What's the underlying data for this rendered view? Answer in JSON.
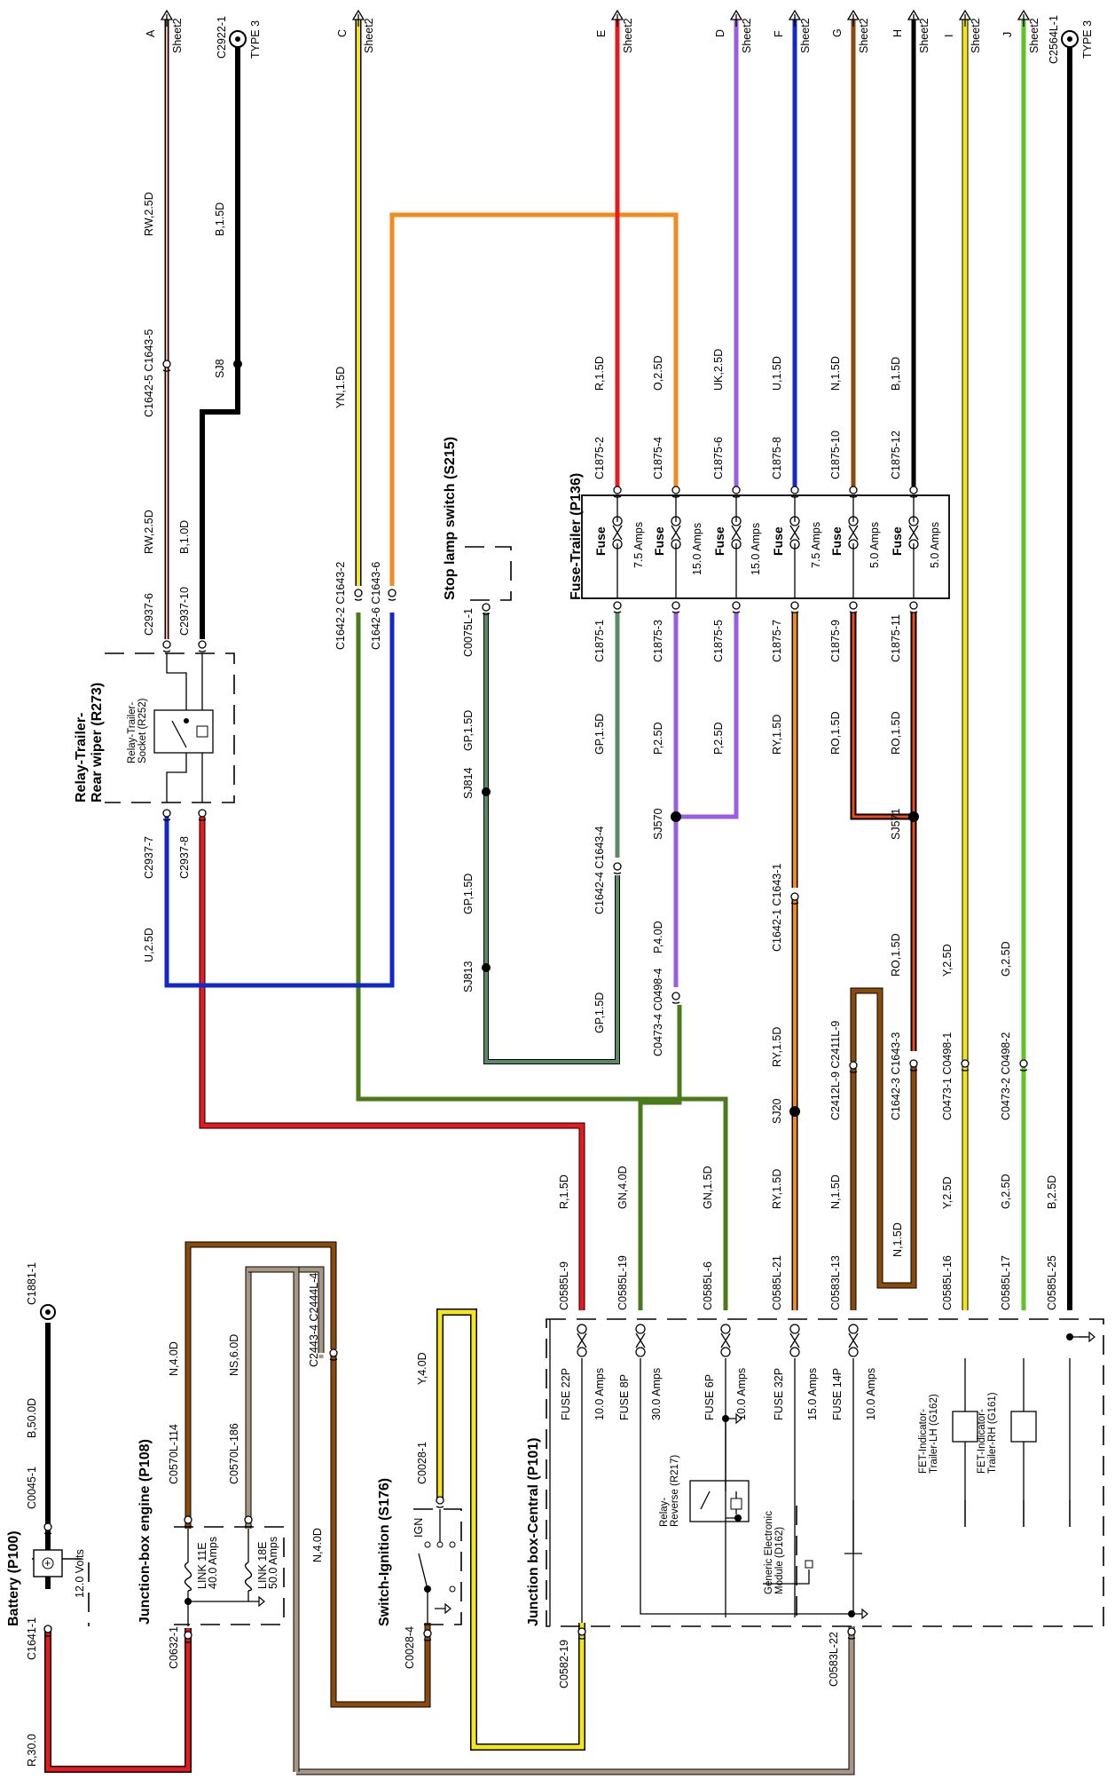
{
  "colors": {
    "red": "#e8191f",
    "black": "#000000",
    "yellow": "#f4e61c",
    "orange": "#f28a1d",
    "purple": "#9a5ce0",
    "blue": "#1428c8",
    "brown": "#8a4a0c",
    "green": "#5dc424",
    "darkgreen": "#4a7a1a",
    "graygreen": "#5c8a66",
    "tan": "#a89684"
  },
  "titles": {
    "battery": "Battery (P100)",
    "jb_engine": "Junction-box engine (P108)",
    "switch_ign": "Switch-Ignition (S176)",
    "jb_central": "Junction box-Central (P101)",
    "relay_trailer_1": "Relay-Trailer-",
    "relay_trailer_2": "Rear wiper (R273)",
    "relay_socket_1": "Relay-Trailer-",
    "relay_socket_2": "Socket (R252)",
    "stop_lamp": "Stop lamp switch (S215)",
    "fuse_trailer": "Fuse-Trailer (P136)",
    "relay_reverse_1": "Relay-",
    "relay_reverse_2": "Reverse (R217)",
    "gem_1": "Generic Electronic",
    "gem_2": "Module (D162)",
    "fet_lh_1": "FET-Indicator-",
    "fet_lh_2": "Trailer-LH (G162)",
    "fet_rh_1": "FET-Indicator-",
    "fet_rh_2": "Trailer-RH (G161)"
  },
  "battery": {
    "volts": "12.0 Volts"
  },
  "sheet_refs": {
    "A": "A",
    "C": "C",
    "E": "E",
    "D": "D",
    "F": "F",
    "G": "G",
    "H": "H",
    "I": "I",
    "J": "J",
    "sheet": "Sheet2",
    "type3": "TYPE 3"
  },
  "connectors": {
    "c2922_1": "C2922-1",
    "c2564l_1": "C2564L-1",
    "c1881_1": "C1881-1",
    "c0045_1": "C0045-1",
    "c1641_1": "C1641-1",
    "c0632_1": "C0632-1",
    "c0570l_114": "C0570L-114",
    "c0570l_186": "C0570L-186",
    "c2443_4": "C2443-4 C2444L-4",
    "c0028_1": "C0028-1",
    "c0028_4": "C0028-4",
    "c0582_19": "C0582-19",
    "c0583l_22": "C0583L-22",
    "c0585l_9": "C0585L-9",
    "c0585l_19": "C0585L-19",
    "c0585l_6": "C0585L-6",
    "c0585l_21": "C0585L-21",
    "c0583l_13": "C0583L-13",
    "c0585l_16": "C0585L-16",
    "c0585l_17": "C0585L-17",
    "c0585l_25": "C0585L-25",
    "c1642_5": "C1642-5 C1643-5",
    "c2937_6": "C2937-6",
    "c2937_10": "C2937-10",
    "c2937_7": "C2937-7",
    "c2937_8": "C2937-8",
    "c1642_2": "C1642-2 C1643-2",
    "c1642_6": "C1642-6 C1643-6",
    "c0075l_1": "C0075L-1",
    "c1875_2": "C1875-2",
    "c1875_4": "C1875-4",
    "c1875_6": "C1875-6",
    "c1875_8": "C1875-8",
    "c1875_10": "C1875-10",
    "c1875_12": "C1875-12",
    "c1875_1": "C1875-1",
    "c1875_3": "C1875-3",
    "c1875_5": "C1875-5",
    "c1875_7": "C1875-7",
    "c1875_9": "C1875-9",
    "c1875_11": "C1875-11",
    "c1642_4": "C1642-4 C1643-4",
    "c0473_4": "C0473-4 C0498-4",
    "c1642_1": "C1642-1 C1643-1",
    "c2412l_9": "C2412L-9 C2411L-9",
    "c1642_3": "C1642-3 C1643-3",
    "c0473_1": "C0473-1 C0498-1",
    "c0473_2": "C0473-2 C0498-2"
  },
  "splices": {
    "sj8": "SJ8",
    "sj814": "SJ814",
    "sj813": "SJ813",
    "sj570": "SJ570",
    "sj571": "SJ571",
    "sj20": "SJ20"
  },
  "wires": {
    "r_30": "R,30.0",
    "b_50": "B,50.0D",
    "n_4_0d": "N,4.0D",
    "ns_6": "NS,6.0D",
    "n_4_0": "N,4.0D",
    "y_4": "Y,4.0D",
    "r_1_5": "R,1.5D",
    "gn_4": "GN,4.0D",
    "gn_1_5": "GN,1.5D",
    "ry_1_5a": "RY,1.5D",
    "n_1_5a": "N,1.5D",
    "y_2_5a": "Y,2.5D",
    "g_2_5a": "G,2.5D",
    "b_2_5": "B,2.5D",
    "rw_2_5a": "RW,2.5D",
    "b_1_5": "B,1.5D",
    "rw_2_5b": "RW,2.5D",
    "b_1_0": "B,1.0D",
    "u_2_5": "U,2.5D",
    "yn_1_5": "YN,1.5D",
    "gp_1_5a": "GP,1.5D",
    "gp_1_5b": "GP,1.5D",
    "gp_1_5c": "GP,1.5D",
    "gp_1_5d": "GP,1.5D",
    "r_1_5d": "R,1.5D",
    "o_2_5": "O,2.5D",
    "uk_2_5": "UK,2.5D",
    "u_1_5": "U,1.5D",
    "n_1_5b": "N,1.5D",
    "b_1_5b": "B,1.5D",
    "p_2_5a": "P,2.5D",
    "p_2_5b": "P,2.5D",
    "p_4": "P,4.0D",
    "ry_1_5b": "RY,1.5D",
    "ry_1_5c": "RY,1.5D",
    "ro_1_5a": "RO,1.5D",
    "ro_1_5b": "RO,1.5D",
    "ro_1_5c": "RO,1.5D",
    "n_1_5c": "N,1.5D",
    "y_2_5b": "Y,2.5D",
    "g_2_5b": "G,2.5D"
  },
  "fuses_central": [
    {
      "name": "FUSE  22P",
      "rating": "10.0 Amps"
    },
    {
      "name": "FUSE  8P",
      "rating": "30.0 Amps"
    },
    {
      "name": "FUSE  6P",
      "rating": "10.0 Amps"
    },
    {
      "name": "FUSE  32P",
      "rating": "15.0 Amps"
    },
    {
      "name": "FUSE  14P",
      "rating": "10.0 Amps"
    }
  ],
  "links_engine": [
    {
      "name": "LINK 11E",
      "rating": "40.0 Amps"
    },
    {
      "name": "LINK 18E",
      "rating": "50.0 Amps"
    }
  ],
  "fuses_trailer": [
    {
      "name": "Fuse",
      "rating": "7.5 Amps"
    },
    {
      "name": "Fuse",
      "rating": "15.0 Amps"
    },
    {
      "name": "Fuse",
      "rating": "15.0 Amps"
    },
    {
      "name": "Fuse",
      "rating": "7.5 Amps"
    },
    {
      "name": "Fuse",
      "rating": "5.0 Amps"
    },
    {
      "name": "Fuse",
      "rating": "5.0 Amps"
    }
  ],
  "ign": "IGN"
}
